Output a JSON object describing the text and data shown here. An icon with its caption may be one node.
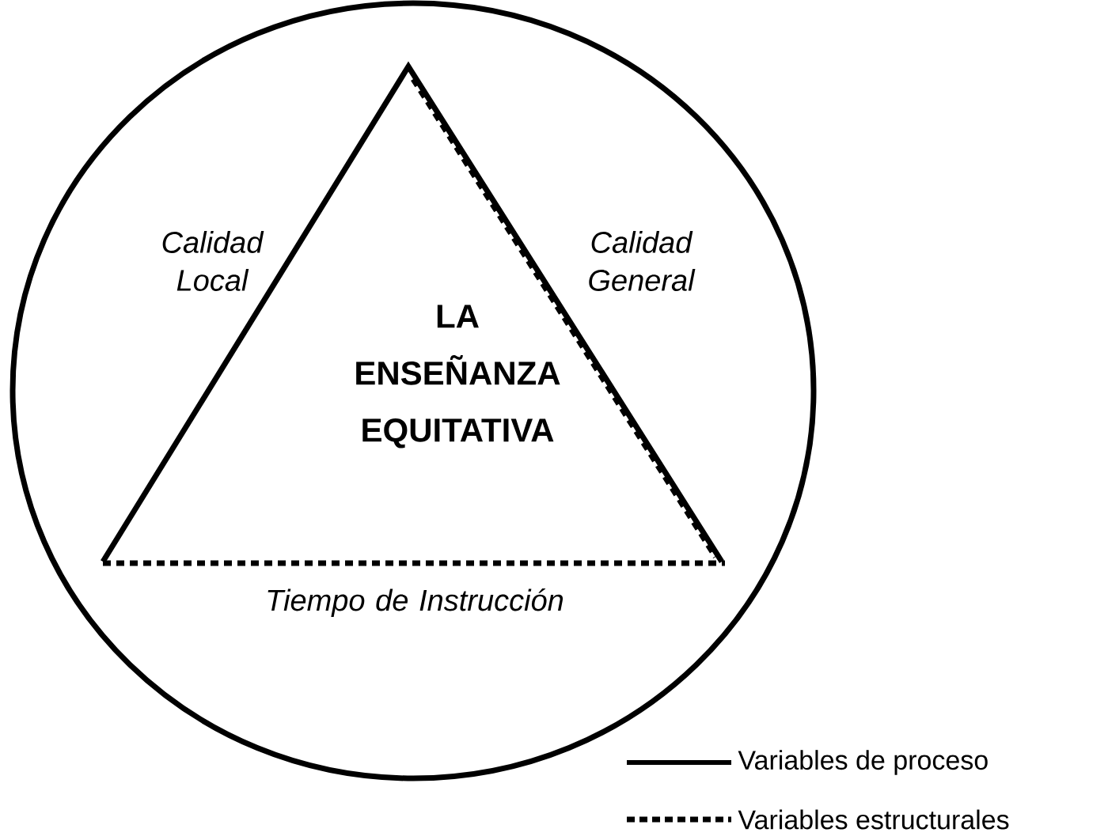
{
  "diagram": {
    "nodes": [
      {
        "text": [],
        "shape": "circle"
      },
      {
        "text": [
          "LA ENSEÑANZA EQUITATIVA"
        ],
        "in": 0
      }
    ],
    "labels": [
      "Calidad Local",
      "Calidad General",
      "Tiempo de Instrucción"
    ],
    "legend": [
      {
        "text": "Variables de proceso"
      },
      {
        "text": "Variables estructurales"
      }
    ]
  }
}
